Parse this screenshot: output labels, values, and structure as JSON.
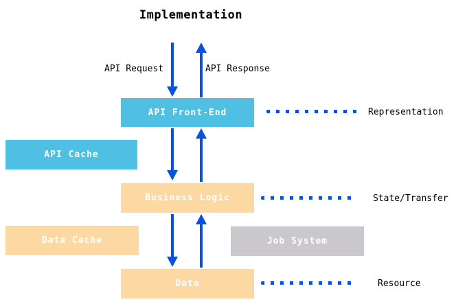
{
  "title": "Implementation",
  "colors": {
    "box_blue": "#4FBFE4",
    "box_orange": "#FCD9A3",
    "box_gray": "#CBC8CD",
    "arrow_blue": "#0C50E0",
    "label_black": "#000000"
  },
  "flow_labels": {
    "request": "API Request",
    "response": "API Response"
  },
  "boxes": {
    "api_front_end": {
      "label": "API Front-End"
    },
    "api_cache": {
      "label": "API Cache"
    },
    "business_logic": {
      "label": "Business Logic"
    },
    "data_cache": {
      "label": "Data Cache"
    },
    "job_system": {
      "label": "Job System"
    },
    "data": {
      "label": "Data"
    }
  },
  "side_labels": {
    "representation": "Representation",
    "state_transfer": "State/Transfer",
    "resource": "Resource"
  }
}
